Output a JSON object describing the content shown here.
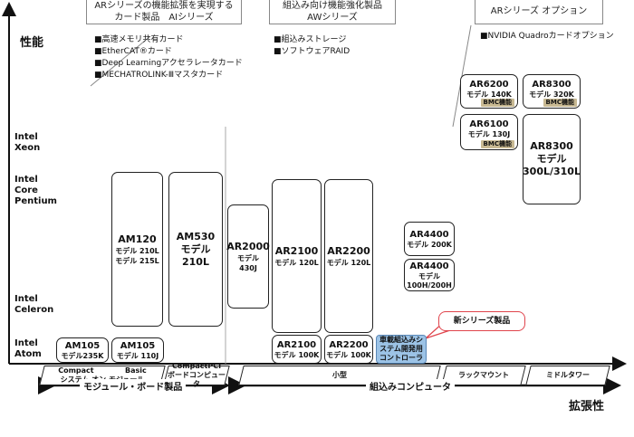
{
  "header": {
    "ai_series": {
      "line1": "ARシリーズの機能拡張を実現する",
      "line2": "カード製品　AIシリーズ"
    },
    "aw_series": {
      "line1": "組込み向け機能強化製品",
      "line2": "AWシリーズ"
    },
    "ar_option": {
      "title": "ARシリーズ オプション"
    }
  },
  "bullets": {
    "ai": [
      "■高速メモリ共有カード",
      "■EtherCAT®カード",
      "■Deep Learningアクセラレータカード",
      "■MECHATROLINK-Ⅲマスタカード"
    ],
    "aw": [
      "■組込みストレージ",
      "■ソフトウェアRAID"
    ],
    "option": [
      "■NVIDIA Quadroカードオプション"
    ]
  },
  "axis": {
    "y_label": "性能",
    "x_label": "拡張性"
  },
  "tiers": {
    "xeon": [
      "Intel",
      "Xeon"
    ],
    "core": [
      "Intel",
      "Core",
      "Pentium"
    ],
    "celeron": [
      "Intel",
      "Celeron"
    ],
    "atom": [
      "Intel",
      "Atom"
    ]
  },
  "products": {
    "am105_235k": {
      "name": "AM105",
      "model": "モデル235K"
    },
    "am105_110j": {
      "name": "AM105",
      "model": "モデル 110J"
    },
    "am120": {
      "name": "AM120",
      "model1": "モデル 210L",
      "model2": "モデル 215L"
    },
    "am530": {
      "name": "AM530",
      "model1": "モデル",
      "model2": "210L"
    },
    "ar2000": {
      "name": "AR2000",
      "model1": "モデル",
      "model2": "430J"
    },
    "ar2100_120l": {
      "name": "AR2100",
      "model": "モデル 120L"
    },
    "ar2200_120l": {
      "name": "AR2200",
      "model": "モデル 120L"
    },
    "ar2100_100k": {
      "name": "AR2100",
      "model": "モデル 100K"
    },
    "ar2200_100k": {
      "name": "AR2200",
      "model": "モデル 100K"
    },
    "embedded_ctrl": {
      "line1": "車載組込みシ",
      "line2": "ステム開発用",
      "line3": "コントローラ"
    },
    "ar4400_200k": {
      "name": "AR4400",
      "model": "モデル 200K"
    },
    "ar4400_100h": {
      "name": "AR4400",
      "model1": "モデル",
      "model2": "100H/200H"
    },
    "ar6200": {
      "name": "AR6200",
      "model": "モデル 140K",
      "badge": "BMC機能"
    },
    "ar8300_320k": {
      "name": "AR8300",
      "model": "モデル 320K",
      "badge": "BMC機能"
    },
    "ar6100": {
      "name": "AR6100",
      "model": "モデル 130J",
      "badge": "BMC機能"
    },
    "ar8300_300l": {
      "name": "AR8300",
      "model1": "モデル",
      "model2": "300L/310L"
    }
  },
  "callout": {
    "text": "新シリーズ製品"
  },
  "categories": {
    "compact": {
      "left_top": "Compact",
      "right_top": "Basic",
      "bottom": "システム オン モジュール"
    },
    "compactpci": {
      "top": "CompactPCI",
      "bottom": "ボードコンピュータ"
    },
    "small": "小型",
    "rack": "ラックマウント",
    "midtower": "ミドルタワー"
  },
  "groups": {
    "module_board": "モジュール・ボード製品",
    "embedded_pc": "組込みコンピュータ"
  },
  "colors": {
    "bmc_badge": "#c8b992",
    "embedded_ctrl": "#9cc3e6",
    "callout_border": "#e0444c"
  }
}
